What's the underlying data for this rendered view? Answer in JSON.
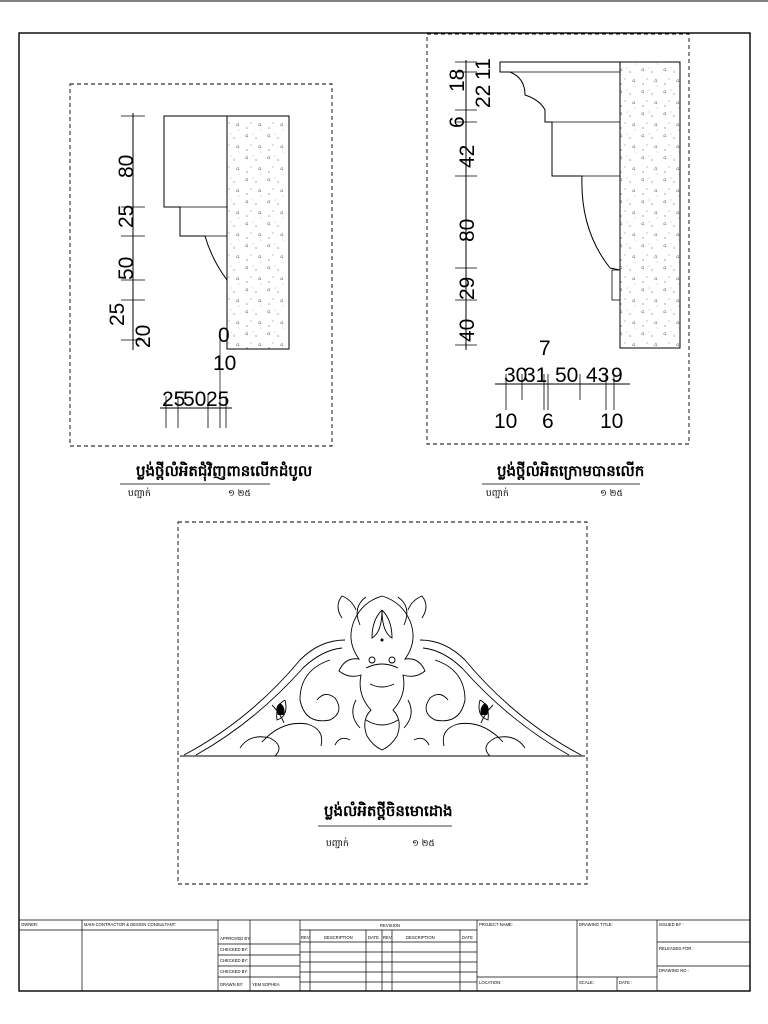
{
  "sheet": {
    "border_color": "#000000"
  },
  "detail_1": {
    "title": "ប្លង់ថ្ពីលំអិតជុំវិញពានលើកដំបូល",
    "scale_label": "បញ្ជាក់",
    "scale_value": "១ ២៥",
    "vertical_dims": [
      "80",
      "25",
      "50",
      "25",
      "20"
    ],
    "horizontal_dims": [
      "25",
      "50",
      "25"
    ],
    "extra_dims": [
      "10",
      "0"
    ]
  },
  "detail_2": {
    "title": "ប្លង់ថ្ពីលំអិតក្រោមបានលើក",
    "scale_label": "បញ្ជាក់",
    "scale_value": "១ ២៥",
    "vertical_dims": [
      "11",
      "22",
      "18",
      "6",
      "42",
      "80",
      "29",
      "40"
    ],
    "horizontal_top_dims": [
      "30",
      "31",
      "50",
      "43",
      "9"
    ],
    "horizontal_bottom_dims": [
      "10",
      "6",
      "10"
    ],
    "extra_dims": [
      "7"
    ]
  },
  "detail_3": {
    "title": "ប្លង់លំអិតថ្ពីចិនមោដោង",
    "scale_label": "បញ្ជាក់",
    "scale_value": "១ ២៥"
  },
  "title_block": {
    "owner": "OWNER:",
    "consultant": "MAIN CONTRACTOR & DESIGN CONSULTANT:",
    "approved_by": "APPROVED BY:",
    "checked_by_1": "CHECKED BY:",
    "checked_by_2": "CHECKED BY:",
    "checked_by_3": "CHECKED BY:",
    "drawn_by": "DRAWN BY:",
    "drawn_by_name": "YEM SOPHEA",
    "revision": "REVISION",
    "rev_1": "REV",
    "description_1": "DESCRIPTION",
    "date_1": "DATE",
    "rev_2": "REV",
    "description_2": "DESCRIPTION",
    "date_2": "DATE",
    "project_name": "PROJECT NAME:",
    "location": "LOCATION:",
    "drawing_title": "DRAWING TITLE:",
    "scale": "SCALE:",
    "date": "DATE :",
    "issued_by": "ISSUED BY :",
    "released_for": "RELEASED FOR :",
    "drawing_no": "DRAWING NO :"
  }
}
